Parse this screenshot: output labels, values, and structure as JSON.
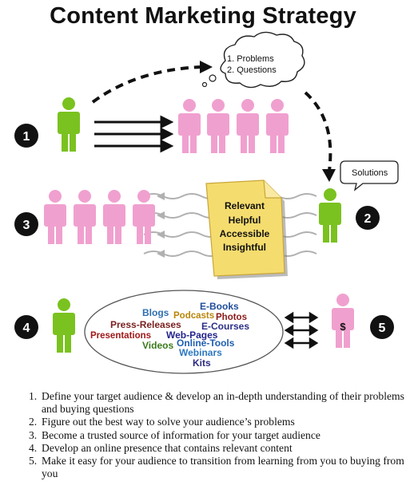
{
  "title": "Content Marketing Strategy",
  "thought_bubble": {
    "lines": [
      "1. Problems",
      "2. Questions"
    ]
  },
  "speech_bubble": {
    "text": "Solutions"
  },
  "step_badges": [
    "1",
    "2",
    "3",
    "4",
    "5"
  ],
  "document_labels": [
    "Relevant",
    "Helpful",
    "Accessible",
    "Insightful"
  ],
  "dollar_sign": "$",
  "word_cloud": [
    {
      "text": "Blogs",
      "color": "#2e6fb0"
    },
    {
      "text": "Podcasts",
      "color": "#b8860b"
    },
    {
      "text": "Photos",
      "color": "#8b1a1a"
    },
    {
      "text": "E-Books",
      "color": "#1f4e99"
    },
    {
      "text": "Press-Releases",
      "color": "#7a1f1f"
    },
    {
      "text": "E-Courses",
      "color": "#2b2f86"
    },
    {
      "text": "Presentations",
      "color": "#a01818"
    },
    {
      "text": "Web-Pages",
      "color": "#23238c"
    },
    {
      "text": "Videos",
      "color": "#3a7a1a"
    },
    {
      "text": "Online-Tools",
      "color": "#1f5fb0"
    },
    {
      "text": "Webinars",
      "color": "#2c78c0"
    },
    {
      "text": "Kits",
      "color": "#2a2a80"
    }
  ],
  "steps": [
    {
      "num": "1.",
      "text": "Define your target audience & develop an in-depth understanding of their problems and buying questions"
    },
    {
      "num": "2.",
      "text": "Figure out the best way to solve your audience’s problems"
    },
    {
      "num": "3.",
      "text": "Become a trusted source of information for your target audience"
    },
    {
      "num": "4.",
      "text": "Develop an online presence that contains relevant content"
    },
    {
      "num": "5.",
      "text": "Make it easy for your audience to transition from learning from you to buying from you"
    }
  ],
  "colors": {
    "green": "#7ac21f",
    "pink": "#f0a0cf",
    "doc": "#f5dc6e",
    "black": "#111111"
  }
}
